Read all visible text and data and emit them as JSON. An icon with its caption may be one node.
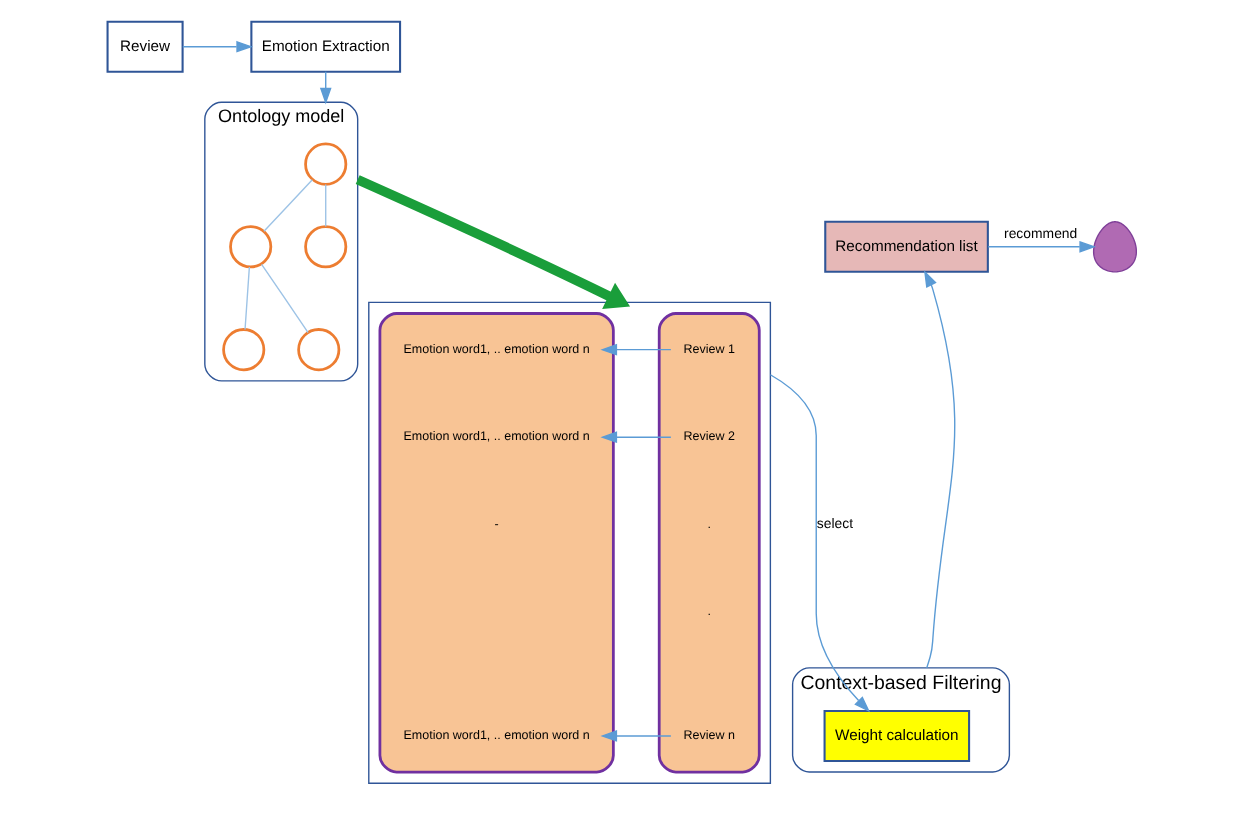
{
  "diagram": {
    "nodes": [
      {
        "text": [
          "Review"
        ]
      },
      {
        "text": [
          "Emotion Extraction"
        ]
      },
      {
        "text": [
          "Ontology model"
        ]
      },
      {
        "text": [],
        "shape": "circle",
        "in": 2
      },
      {
        "text": [],
        "shape": "circle",
        "in": 2
      },
      {
        "text": [],
        "shape": "circle",
        "in": 2
      },
      {
        "text": [],
        "shape": "circle",
        "in": 2
      },
      {
        "text": [],
        "shape": "circle",
        "in": 2
      },
      {
        "text": [
          "Recommendation list"
        ]
      },
      {
        "text": [],
        "shape": "person"
      },
      {
        "text": [
          "Context-based Filtering"
        ]
      },
      {
        "text": [
          "Weight calculation"
        ],
        "in": 10
      },
      {
        "text": [],
        "shape": "box"
      },
      {
        "text": [],
        "shape": "cylinder",
        "in": 12
      },
      {
        "text": [
          "Review 1"
        ],
        "in": 13
      },
      {
        "text": [
          "Review 2"
        ],
        "in": 13
      },
      {
        "text": [
          "Review n"
        ],
        "in": 13
      },
      {
        "text": [],
        "shape": "cylinder",
        "in": 12
      },
      {
        "text": [
          "Emotion word1, .. emotion word n"
        ],
        "in": 17
      },
      {
        "text": [
          "Emotion word1, .. emotion word n"
        ],
        "in": 17
      },
      {
        "text": [
          "Emotion word1, .. emotion word n"
        ],
        "in": 17
      }
    ],
    "edges": [
      {
        "from": 0,
        "to": 1,
        "arrow": "to"
      },
      {
        "from": 1,
        "to": 2,
        "arrow": "to"
      },
      {
        "from": 3,
        "to": 4,
        "arrow": "none"
      },
      {
        "from": 3,
        "to": 5,
        "arrow": "none"
      },
      {
        "from": 4,
        "to": 6,
        "arrow": "none"
      },
      {
        "from": 4,
        "to": 7,
        "arrow": "none"
      },
      {
        "from": 2,
        "to": 12,
        "arrow": "to",
        "style": "thick",
        "color": "#1a9e3a"
      },
      {
        "from": 12,
        "to": 11,
        "arrow": "to",
        "label": "select"
      },
      {
        "from": 10,
        "to": 8,
        "arrow": "to"
      },
      {
        "from": 8,
        "to": 9,
        "arrow": "to",
        "label": "recommend"
      },
      {
        "from": 14,
        "to": 18,
        "arrow": "to"
      },
      {
        "from": 15,
        "to": 19,
        "arrow": "to"
      },
      {
        "from": 16,
        "to": 20,
        "arrow": "to"
      }
    ],
    "labels": [
      ".",
      ".",
      "-"
    ]
  }
}
